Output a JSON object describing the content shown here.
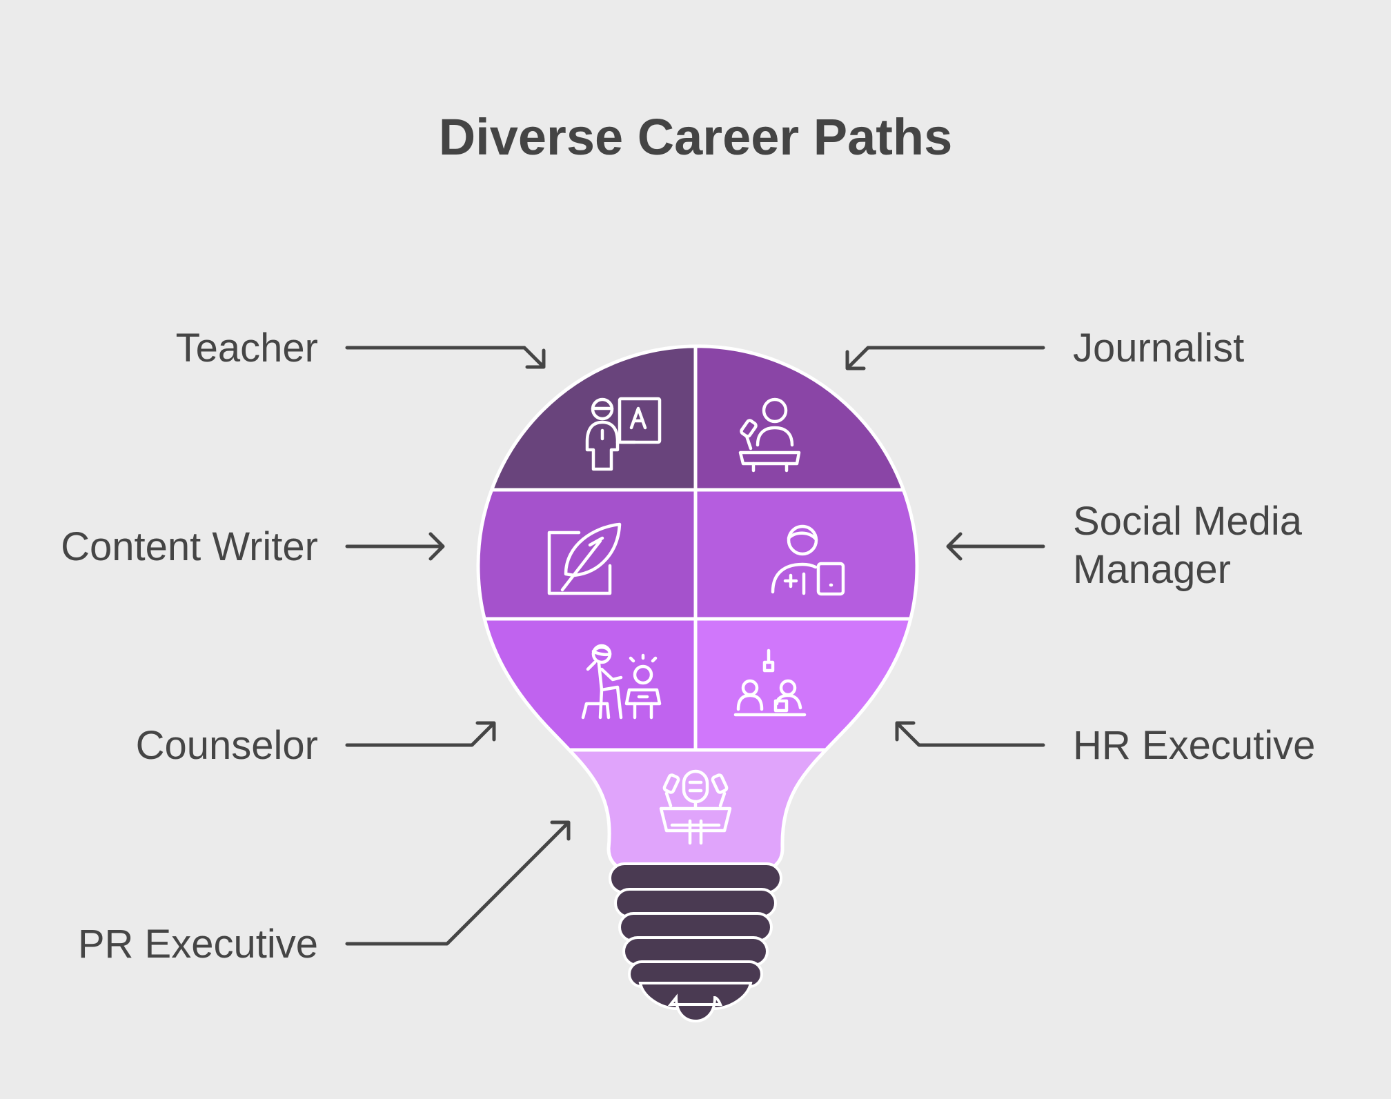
{
  "title": "Diverse Career Paths",
  "careers": [
    {
      "label": "Teacher",
      "icon": "teacher-icon",
      "color": "#69447c"
    },
    {
      "label": "Journalist",
      "icon": "journalist-icon",
      "color": "#8a45a6"
    },
    {
      "label": "Content Writer",
      "icon": "quill-icon",
      "color": "#a552cc"
    },
    {
      "label": "Social Media Manager",
      "label_lines": [
        "Social Media",
        "Manager"
      ],
      "icon": "social-media-manager-icon",
      "color": "#b55ddf"
    },
    {
      "label": "Counselor",
      "icon": "counselor-icon",
      "color": "#c063ef"
    },
    {
      "label": "HR Executive",
      "icon": "interview-icon",
      "color": "#d077fb"
    },
    {
      "label": "PR Executive",
      "icon": "press-podium-icon",
      "color": "#e0a4fb"
    }
  ],
  "colors": {
    "background": "#ebebeb",
    "text": "#454545",
    "bulb_base": "#4a3a52",
    "outline": "#ffffff"
  }
}
